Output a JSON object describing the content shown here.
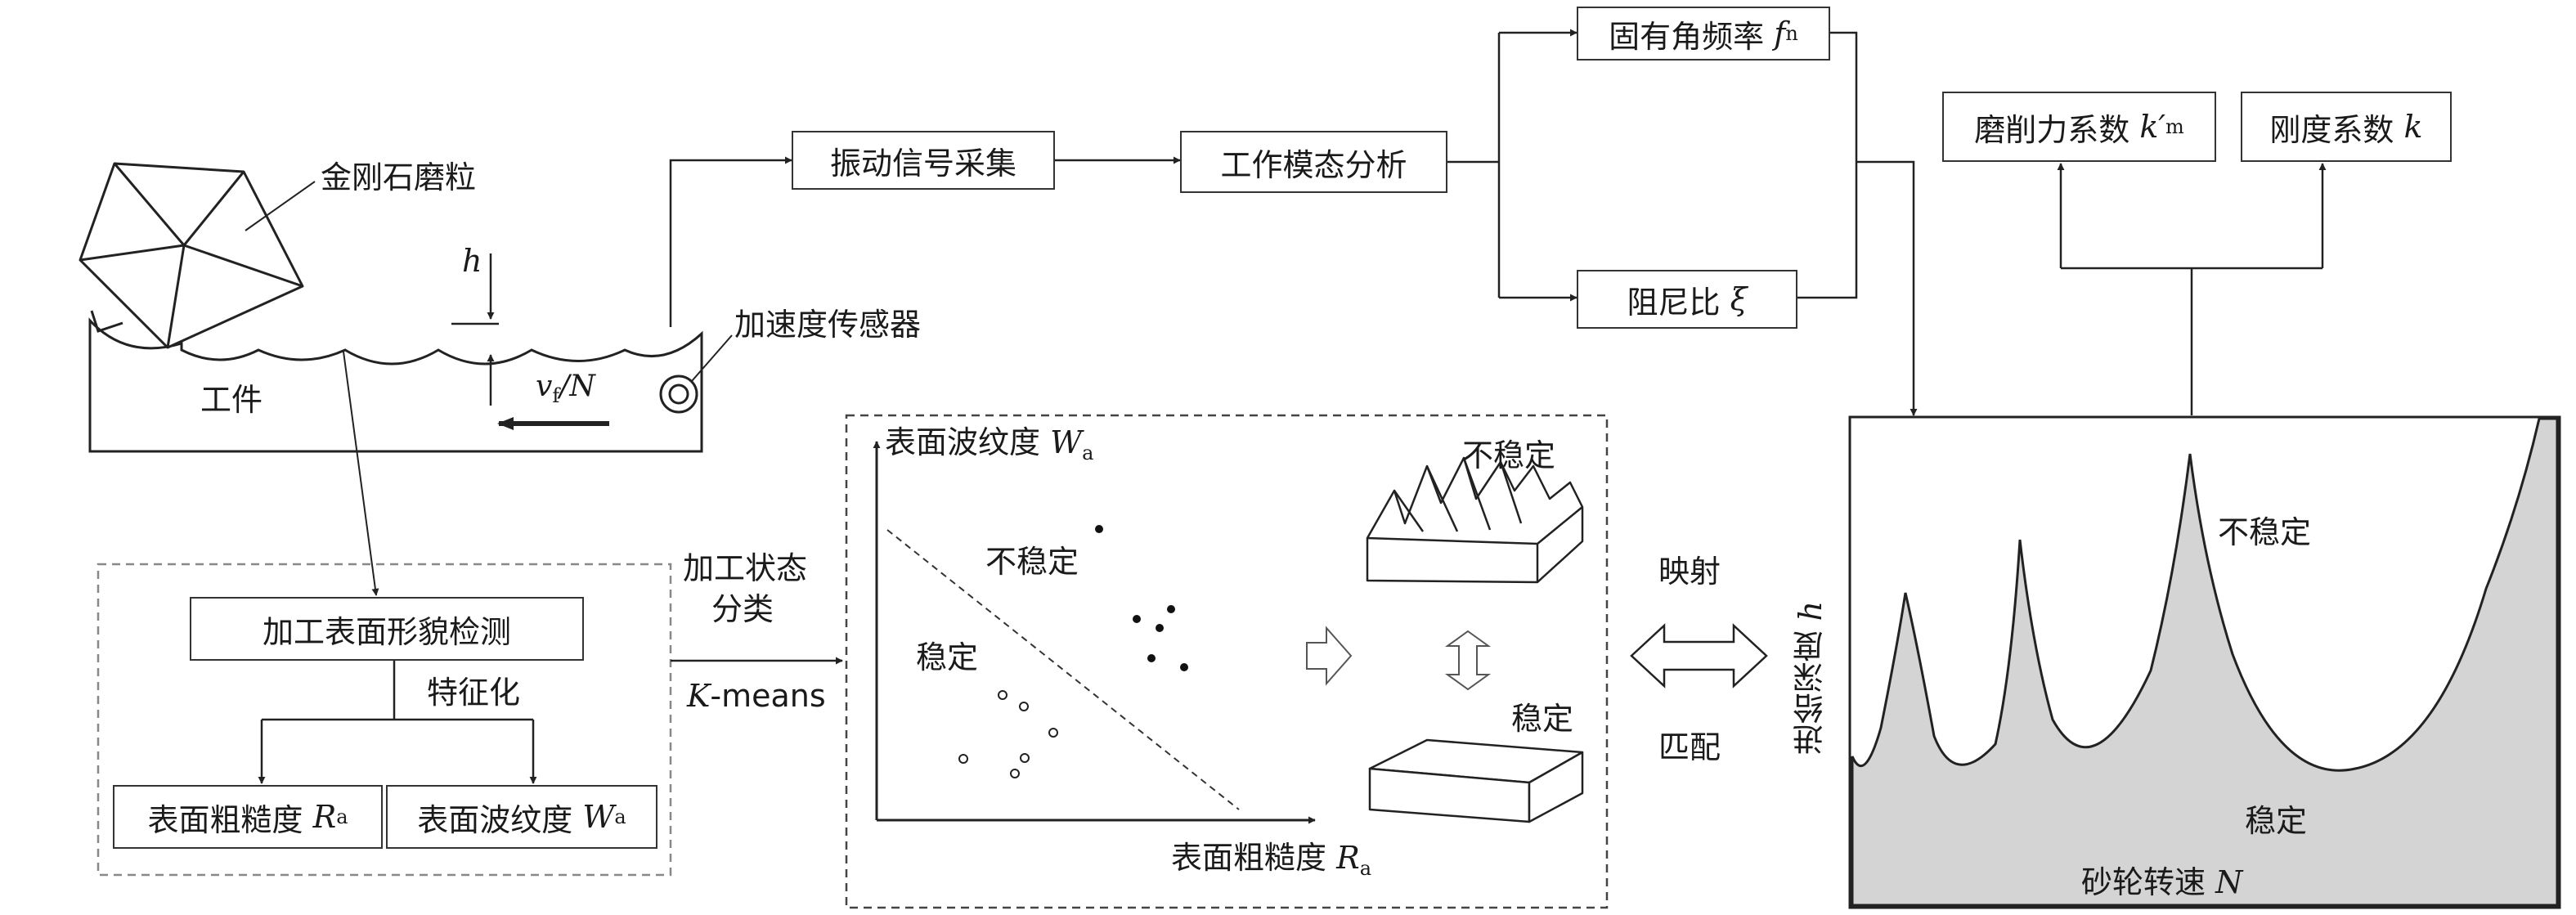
{
  "grain": {
    "label": "金刚石磨粒"
  },
  "workpiece": {
    "label": "工件",
    "depth_symbol": "h",
    "feed_label_v": "v",
    "feed_label_sub": "f",
    "feed_label_tail": "/N"
  },
  "sensor": {
    "label": "加速度传感器"
  },
  "flow": {
    "signal_acquisition": "振动信号采集",
    "modal_analysis": "工作模态分析",
    "natural_freq": "固有角频率",
    "natural_freq_symbol": "f",
    "natural_freq_sub": "n",
    "damping_ratio": "阻尼比",
    "damping_symbol": "ξ",
    "grinding_coeff": "磨削力系数",
    "grinding_coeff_symbol": "k′",
    "grinding_coeff_sub": "m",
    "stiffness_coeff": "刚度系数",
    "stiffness_symbol": "k"
  },
  "surface": {
    "detection": "加工表面形貌检测",
    "featurize": "特征化",
    "roughness": "表面粗糙度",
    "roughness_symbol": "R",
    "roughness_sub": "a",
    "waviness": "表面波纹度",
    "waviness_symbol": "W",
    "waviness_sub": "a"
  },
  "classify": {
    "line1": "加工状态",
    "line2": "分类",
    "method_k": "K",
    "method_rest": "-means"
  },
  "scatter": {
    "ylabel": "表面波纹度",
    "ylabel_symbol": "W",
    "ylabel_sub": "a",
    "xlabel": "表面粗糙度",
    "xlabel_symbol": "R",
    "xlabel_sub": "a",
    "unstable_label": "不稳定",
    "stable_label": "稳定",
    "surface_unstable": "不稳定",
    "surface_stable": "稳定"
  },
  "mapping": {
    "top": "映射",
    "bottom": "匹配"
  },
  "lobe": {
    "ylabel": "进给深度",
    "ylabel_symbol": "h",
    "xlabel": "砂轮转速",
    "xlabel_symbol": "N",
    "unstable": "不稳定",
    "stable": "稳定",
    "fill_color": "#d4d4d4"
  }
}
